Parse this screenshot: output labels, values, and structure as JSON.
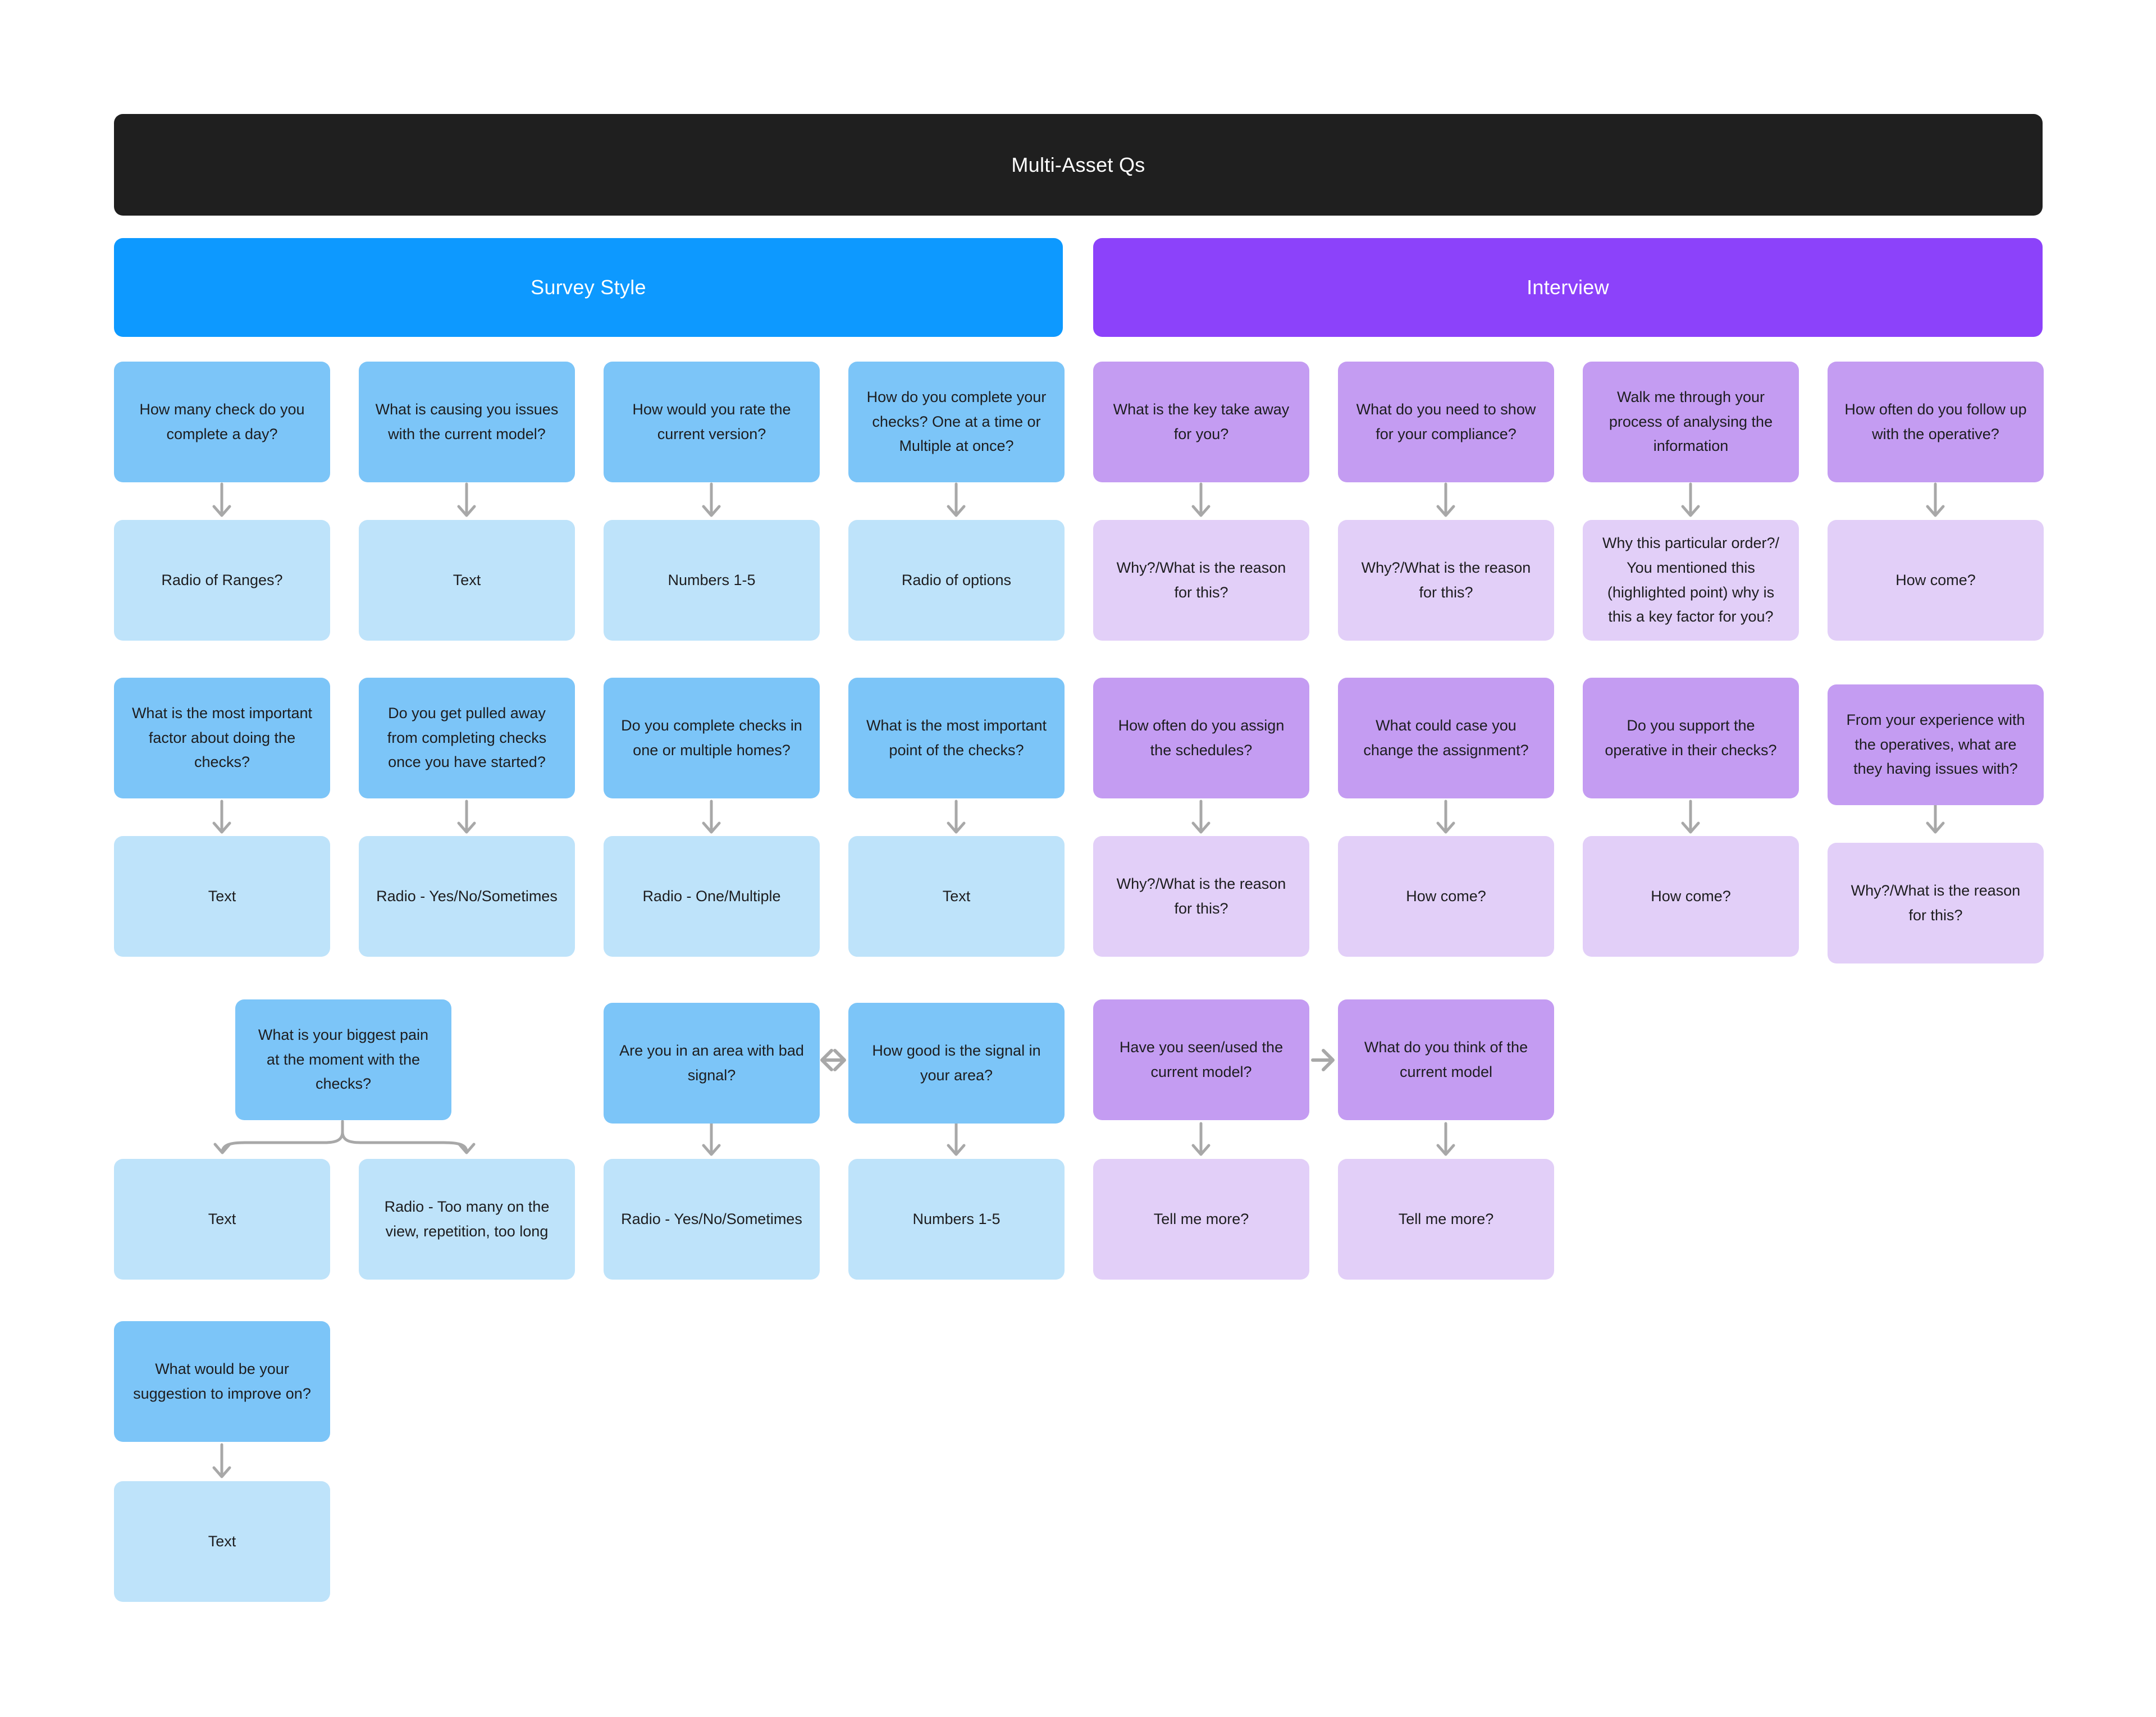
{
  "title_bar": {
    "label": "Multi-Asset Qs",
    "bg_color": "#1F1F1F"
  },
  "sections": {
    "survey": {
      "label": "Survey Style",
      "header_color": "#0D99FF",
      "question_color": "#7CC5F8",
      "answer_color": "#BEE3FA"
    },
    "interview": {
      "label": "Interview",
      "header_color": "#8C42FA",
      "question_color": "#C49CF2",
      "answer_color": "#E2CFF8"
    }
  },
  "connectors": {
    "color": "#A8A8A8",
    "types": [
      "down-arrow",
      "fork-arrow",
      "double-arrow",
      "right-arrow"
    ]
  },
  "cards": {
    "r1": [
      "How many check do you complete a day?",
      "What is causing you issues with the current model?",
      "How would you rate the current version?",
      "How do you complete your checks? One at a time or Multiple at once?",
      "What is the key take away for you?",
      "What do you need to show for your compliance?",
      "Walk me through your process of analysing the information",
      "How often do you follow up with the operative?"
    ],
    "r2": [
      "Radio of Ranges?",
      "Text",
      "Numbers 1-5",
      "Radio of options",
      "Why?/What is the reason for this?",
      "Why?/What is the reason for this?",
      "Why this particular order?/ You mentioned this (highlighted point) why is this a key factor for you?",
      "How come?"
    ],
    "r3": [
      "What is the most important factor about doing the checks?",
      "Do you get pulled away from completing checks once you have started?",
      "Do you complete checks in one or multiple homes?",
      "What is the most important point of the checks?",
      "How often do you assign the schedules?",
      "What could case you change the assignment?",
      "Do you support the operative in their checks?",
      "From your experience with the operatives, what are they having issues with?"
    ],
    "r4": [
      "Text",
      "Radio - Yes/No/Sometimes",
      "Radio - One/Multiple",
      "Text",
      "Why?/What is the reason for this?",
      "How come?",
      "How come?",
      "Why?/What is the reason for this?"
    ],
    "r5": [
      "What is your biggest pain at the moment with the checks?",
      "Are you in an area with bad signal?",
      "How good is the signal in your area?",
      "Have you seen/used the current model?",
      "What do you think of the current model"
    ],
    "r6": [
      "Text",
      "Radio - Too many on the view, repetition, too long",
      "Radio - Yes/No/Sometimes",
      "Numbers 1-5",
      "Tell me more?",
      "Tell me more?"
    ],
    "r7": [
      "What would be your suggestion to improve on?"
    ],
    "r8": [
      "Text"
    ]
  }
}
